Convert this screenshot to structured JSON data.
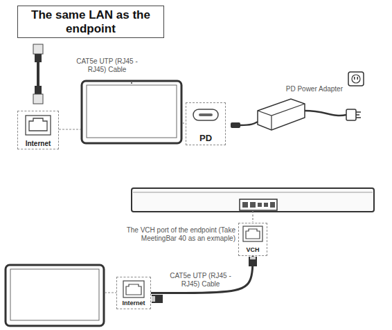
{
  "diagram": {
    "title": "The same LAN as the endpoint",
    "nodes": [
      {
        "text": [
          "Internet"
        ]
      },
      {
        "text": [
          "PD"
        ]
      },
      {
        "text": [
          "VCH"
        ]
      },
      {
        "text": [
          "Internet"
        ]
      }
    ],
    "edges": [
      {
        "from": 2,
        "to": 3,
        "arrow": "none",
        "label": "CAT5e UTP (RJ45 - RJ45) Cable"
      }
    ],
    "labels": [
      "CAT5e UTP (RJ45 - RJ45) Cable",
      "PD Power Adapter",
      "The VCH port of the endpoint (Take MeetingBar 40 as an exmaple)"
    ]
  }
}
